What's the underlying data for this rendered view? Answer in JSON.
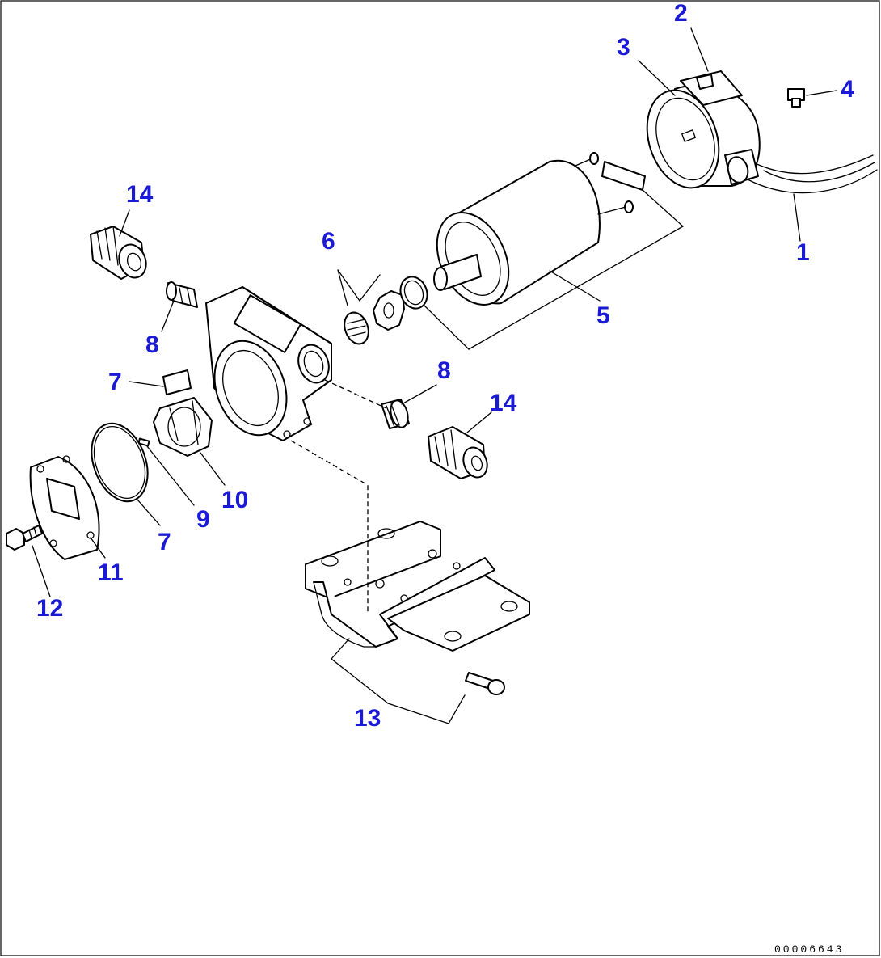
{
  "callouts": {
    "c1": "1",
    "c2": "2",
    "c3": "3",
    "c4": "4",
    "c5": "5",
    "c6": "6",
    "c7a": "7",
    "c7b": "7",
    "c8a": "8",
    "c8b": "8",
    "c9": "9",
    "c10": "10",
    "c11": "11",
    "c12": "12",
    "c13": "13",
    "c14a": "14",
    "c14b": "14"
  },
  "drawing_id": "00006643",
  "colors": {
    "callout": "#1a1ad6",
    "line": "#000000",
    "background": "#ffffff"
  }
}
